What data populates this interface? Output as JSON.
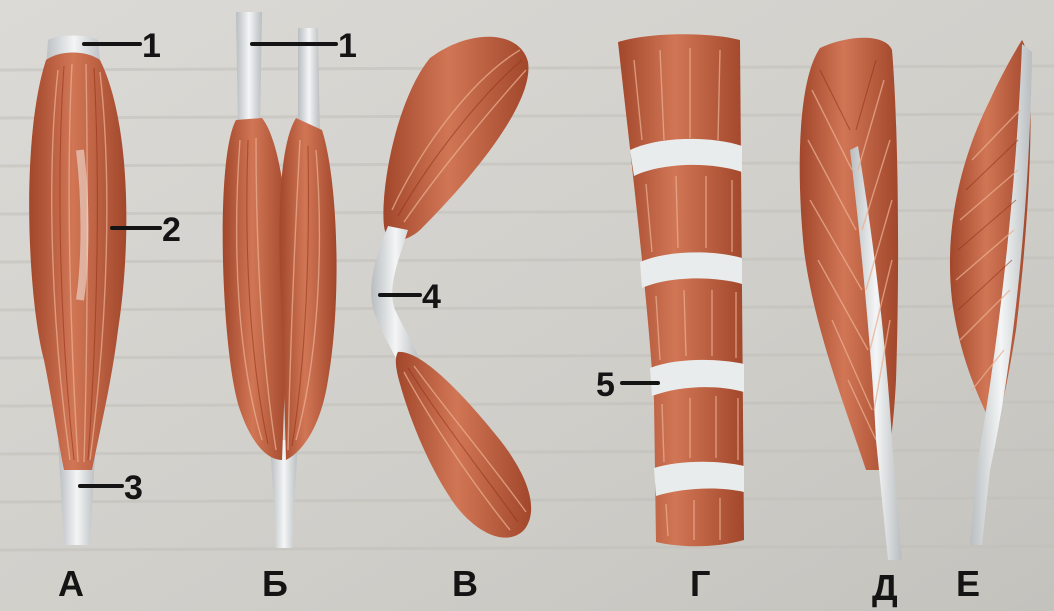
{
  "figure": {
    "colors": {
      "paper": "#d3d1cc",
      "muscle": "#c86a48",
      "muscle_dark": "#a2472b",
      "muscle_light": "#e9a383",
      "tendon": "#e6e9ea",
      "tendon_shadow": "#b9bdbf",
      "ink": "#141414"
    },
    "callouts": [
      {
        "number": "1",
        "target": "tendon-head"
      },
      {
        "number": "1",
        "target": "tendon-head"
      },
      {
        "number": "2",
        "target": "muscle-belly"
      },
      {
        "number": "3",
        "target": "tendon-tail"
      },
      {
        "number": "4",
        "target": "intermediate-tendon"
      },
      {
        "number": "5",
        "target": "tendinous-intersection"
      }
    ],
    "muscle_letters": [
      "А",
      "Б",
      "В",
      "Г",
      "Д",
      "Е"
    ]
  }
}
